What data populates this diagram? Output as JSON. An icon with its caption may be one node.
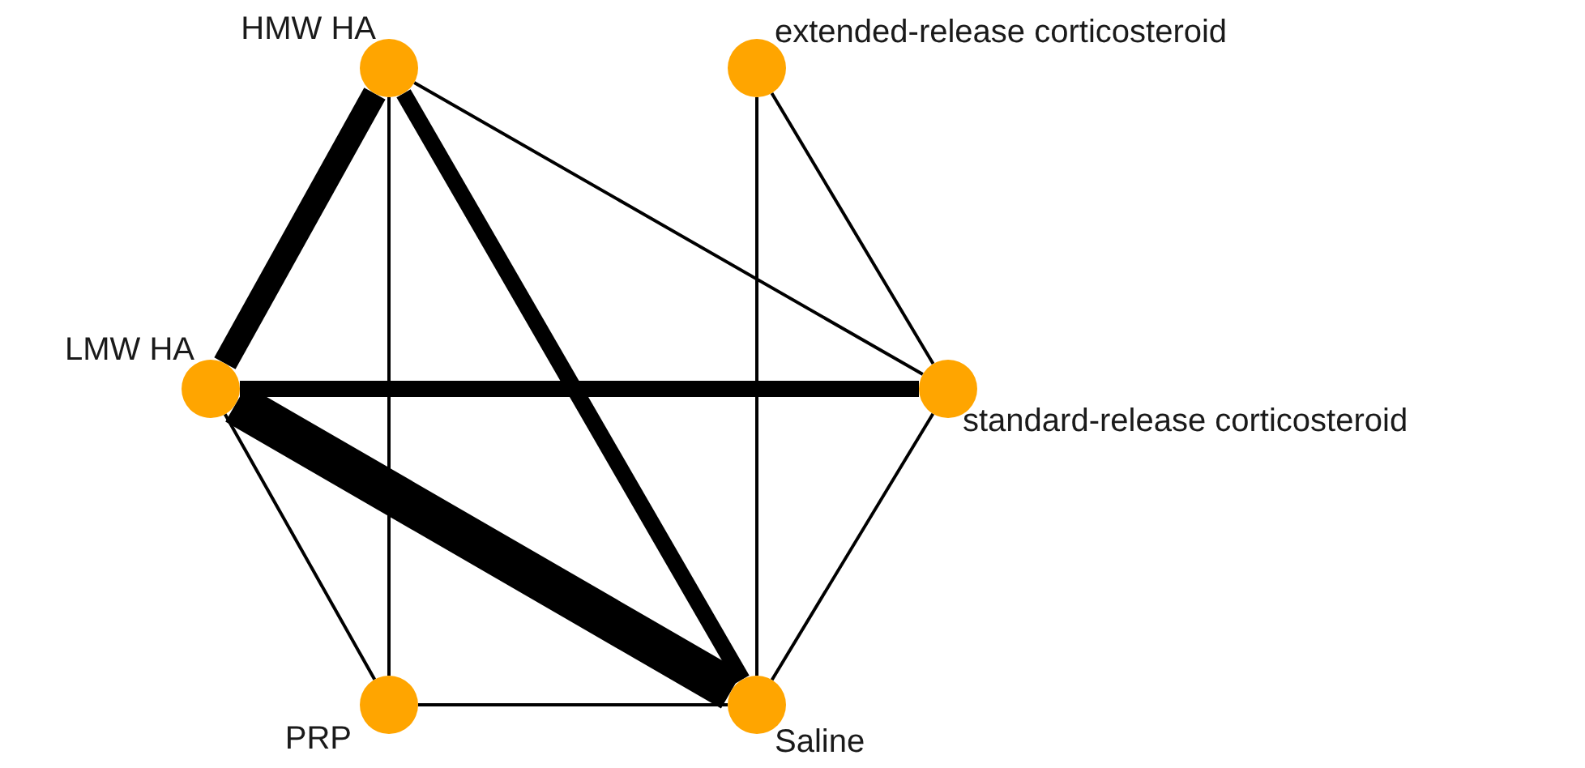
{
  "diagram": {
    "nodes": [
      {
        "text": [],
        "shape": "circle",
        "beside": [
          "HMW HA"
        ]
      },
      {
        "text": [],
        "shape": "circle",
        "beside": [
          "extended-release corticosteroid"
        ]
      },
      {
        "text": [],
        "shape": "circle",
        "beside": [
          "LMW HA"
        ]
      },
      {
        "text": [],
        "shape": "circle",
        "beside": [
          "standard-release corticosteroid"
        ]
      },
      {
        "text": [],
        "shape": "circle",
        "beside": [
          "PRP"
        ]
      },
      {
        "text": [],
        "shape": "circle",
        "beside": [
          "Saline"
        ]
      }
    ],
    "edges": [
      {
        "from": 0,
        "to": 2,
        "arrow": "none",
        "style": "thick"
      },
      {
        "from": 0,
        "to": 5,
        "arrow": "none",
        "style": "thick"
      },
      {
        "from": 0,
        "to": 3,
        "arrow": "none"
      },
      {
        "from": 0,
        "to": 4,
        "arrow": "none"
      },
      {
        "from": 1,
        "to": 5,
        "arrow": "none"
      },
      {
        "from": 1,
        "to": 3,
        "arrow": "none"
      },
      {
        "from": 2,
        "to": 3,
        "arrow": "none",
        "style": "thick"
      },
      {
        "from": 2,
        "to": 5,
        "arrow": "none",
        "style": "thick"
      },
      {
        "from": 2,
        "to": 4,
        "arrow": "none"
      },
      {
        "from": 4,
        "to": 5,
        "arrow": "none"
      },
      {
        "from": 5,
        "to": 3,
        "arrow": "none"
      }
    ]
  }
}
